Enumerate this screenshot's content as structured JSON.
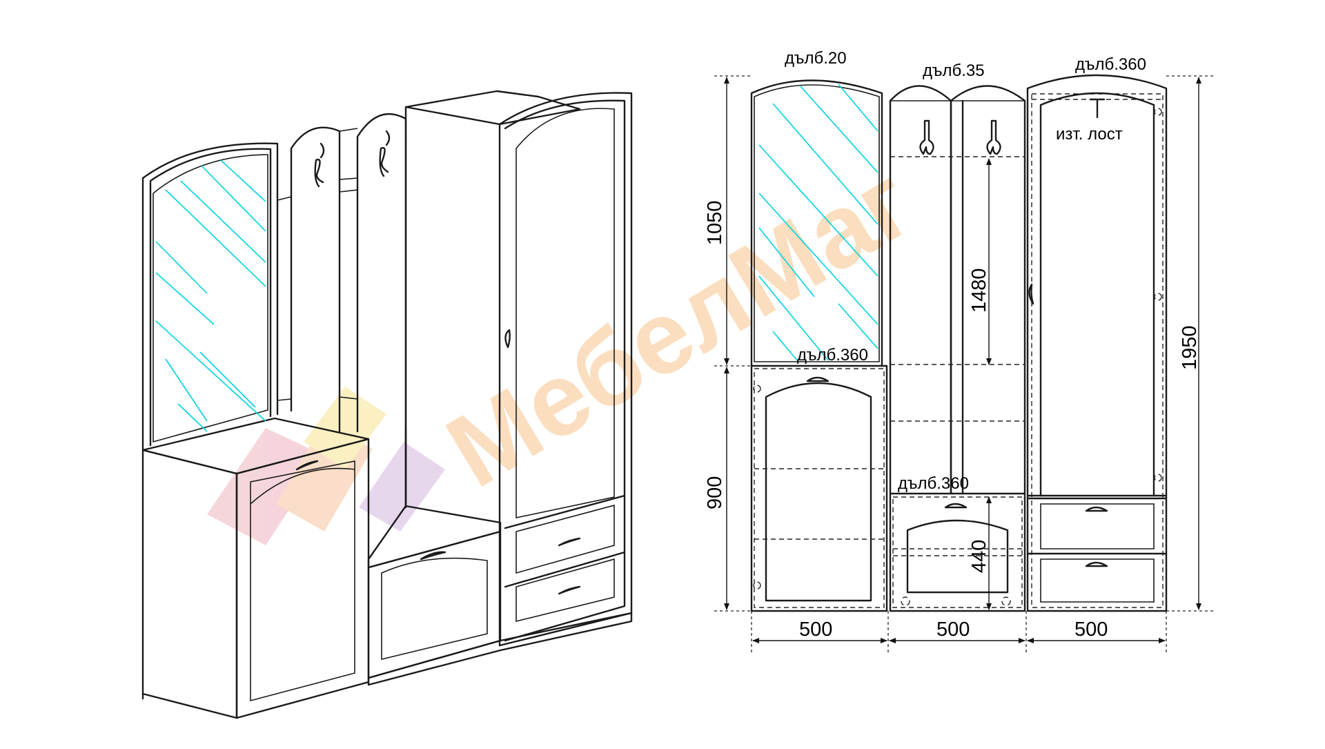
{
  "watermark": {
    "text": "МебелМаг",
    "colors": [
      "#f7a95a",
      "#e9a3b0",
      "#f5e07a",
      "#c9a7d8"
    ]
  },
  "colors": {
    "line": "#1a1a1a",
    "mirror": "#00d4dc",
    "background": "#ffffff"
  },
  "labels": {
    "depth_mirror": "дълб.20",
    "depth_hooks": "дълб.35",
    "depth_wardrobe": "дълб.360",
    "depth_left_cabinet": "дълб.360",
    "depth_bench": "дълб.360",
    "hanging_rod": "изт. лост"
  },
  "dimensions": {
    "mirror_height": "1050",
    "cabinet_height": "900",
    "hook_panel_height": "1480",
    "bench_height": "440",
    "total_height": "1950",
    "width_left": "500",
    "width_middle": "500",
    "width_right": "500"
  },
  "icons": [
    "coat-hook-icon",
    "handle-icon",
    "arrow-icon"
  ]
}
